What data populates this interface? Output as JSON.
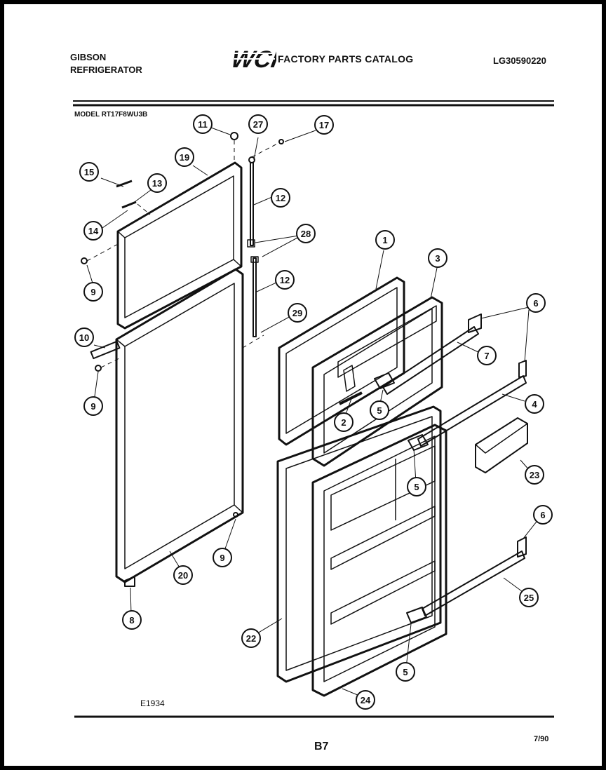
{
  "header": {
    "brand_line1": "GIBSON",
    "brand_line2": "REFRIGERATOR",
    "logo_text": "WCI",
    "catalog_title": "FACTORY PARTS CATALOG",
    "doc_number": "LG30590220",
    "model": "MODEL RT17F8WU3B"
  },
  "callouts": [
    "11",
    "27",
    "17",
    "19",
    "15",
    "13",
    "14",
    "12",
    "28",
    "9",
    "12",
    "29",
    "10",
    "9",
    "1",
    "3",
    "6",
    "7",
    "2",
    "5",
    "4",
    "5",
    "23",
    "9",
    "20",
    "8",
    "6",
    "25",
    "22",
    "5",
    "24"
  ],
  "footer": {
    "drawing_ref": "E1934",
    "page": "B7",
    "date": "7/90"
  },
  "colors": {
    "ink": "#111111",
    "paper": "#ffffff",
    "frame": "#000000"
  }
}
